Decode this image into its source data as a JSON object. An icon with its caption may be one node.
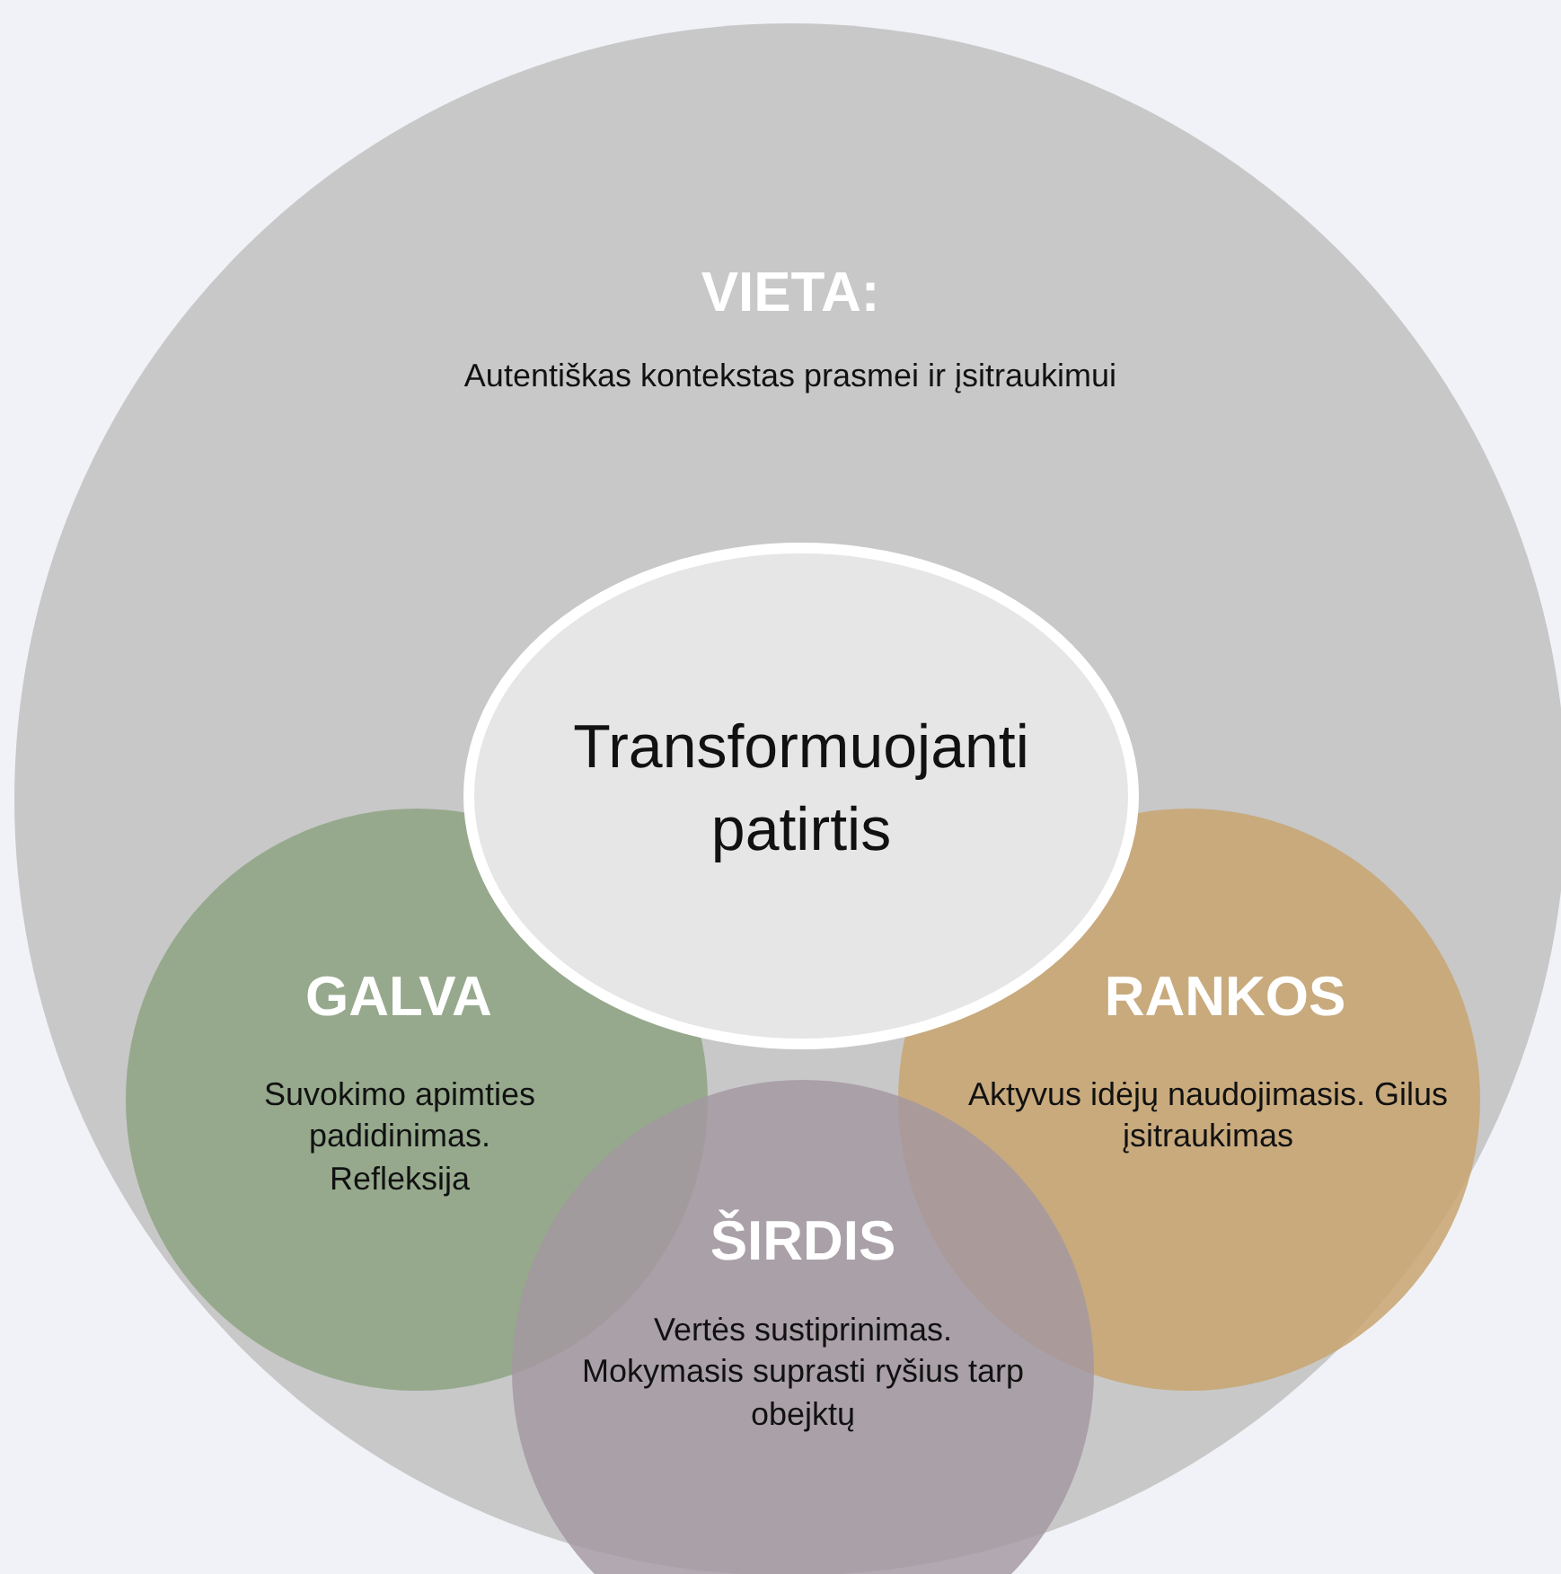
{
  "diagram": {
    "nodes": [
      {
        "text": [
          "VIETA:",
          "Autentiškas kontekstas prasmei ir įsitraukimui"
        ]
      },
      {
        "text": [
          "Transformuojanti patirtis"
        ],
        "in": 0
      },
      {
        "text": [
          "GALVA",
          "Suvokimo apimties padidinimas. Refleksija"
        ],
        "in": 0
      },
      {
        "text": [
          "RANKOS",
          "Aktyvus idėjų naudojimasis. Gilus įsitraukimas"
        ],
        "in": 0
      },
      {
        "text": [
          "ŠIRDIS",
          "Vertės sustiprinimas. Mokymasis suprasti ryšius tarp obejktų"
        ],
        "in": 0
      }
    ]
  }
}
